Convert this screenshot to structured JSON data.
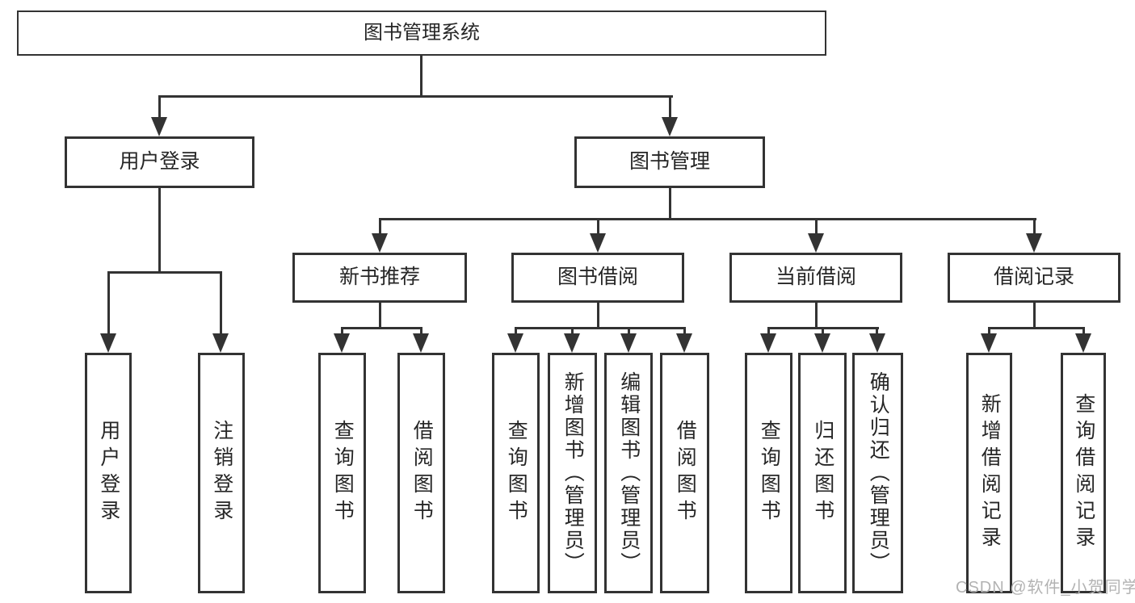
{
  "diagram": {
    "label": "图书管理系统",
    "children": [
      {
        "label": "用户登录",
        "children": [
          {
            "label": "用户登录"
          },
          {
            "label": "注销登录"
          }
        ]
      },
      {
        "label": "图书管理",
        "children": [
          {
            "label": "新书推荐",
            "children": [
              {
                "label": "查询图书"
              },
              {
                "label": "借阅图书"
              }
            ]
          },
          {
            "label": "图书借阅",
            "children": [
              {
                "label": "查询图书"
              },
              {
                "label": "新增图书（管理员）"
              },
              {
                "label": "编辑图书（管理员）"
              },
              {
                "label": "借阅图书"
              }
            ]
          },
          {
            "label": "当前借阅",
            "children": [
              {
                "label": "查询图书"
              },
              {
                "label": "归还图书"
              },
              {
                "label": "确认归还（管理员）"
              }
            ]
          },
          {
            "label": "借阅记录",
            "children": [
              {
                "label": "新增借阅记录"
              },
              {
                "label": "查询借阅记录"
              }
            ]
          }
        ]
      }
    ]
  },
  "watermark": {
    "text": "CSDN @软件_小贺同学"
  },
  "colors": {
    "line": "#333333",
    "text": "#262626",
    "background": "#ffffff",
    "watermark": "#b3b3b3"
  }
}
